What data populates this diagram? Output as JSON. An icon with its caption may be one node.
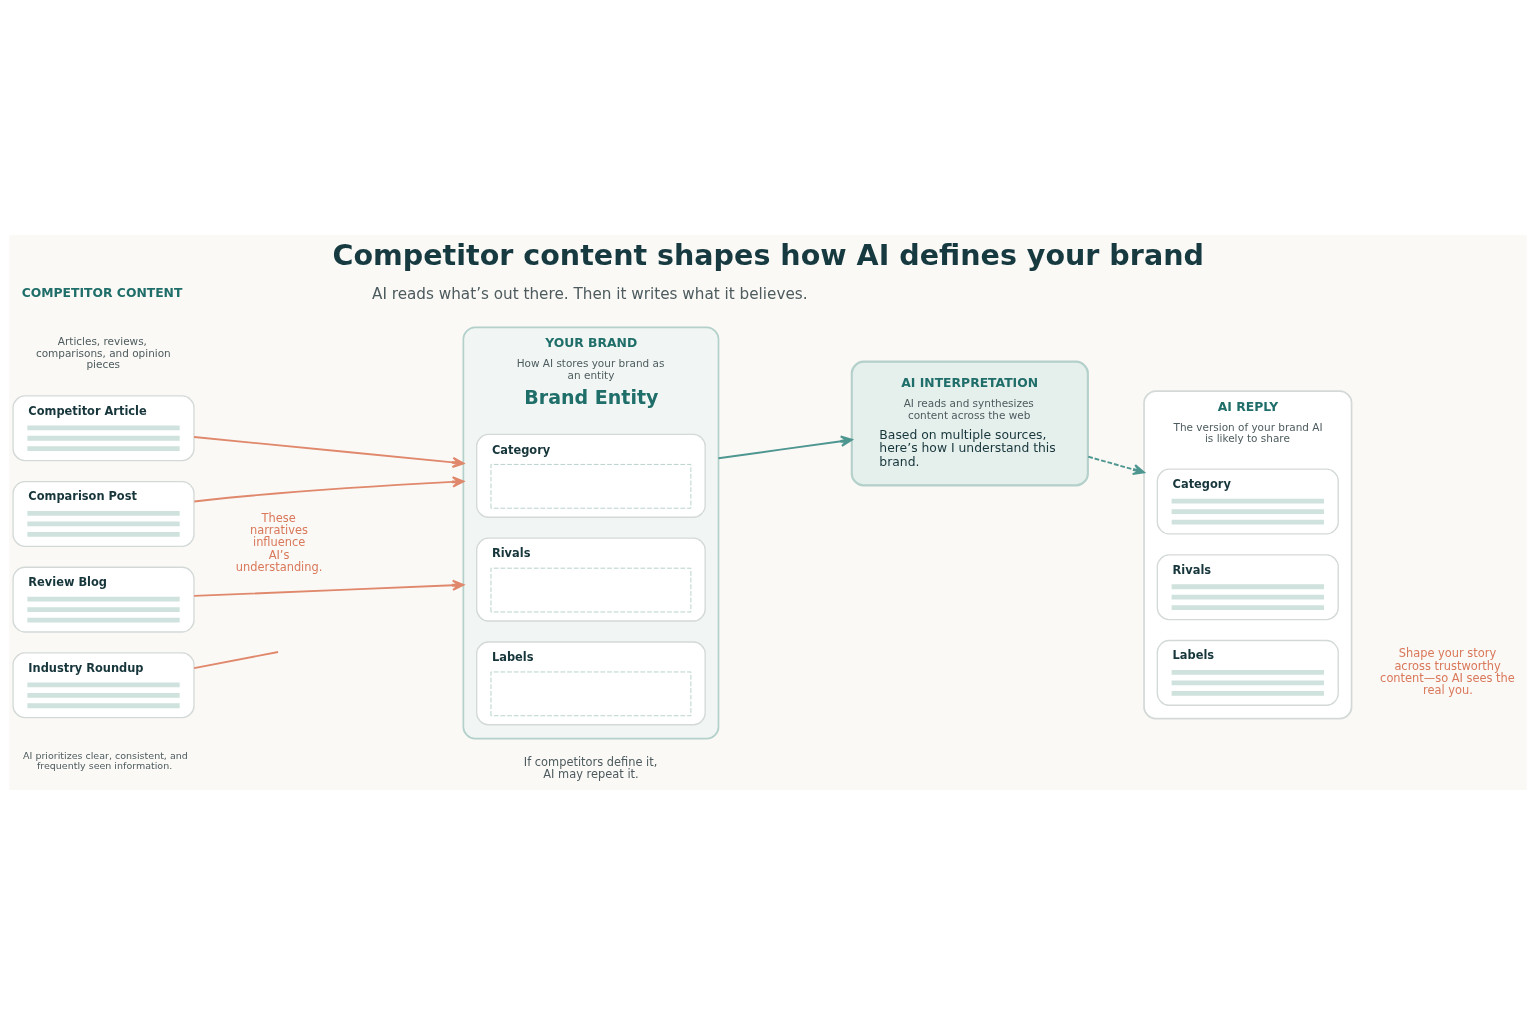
{
  "diagram": {
    "title": "Competitor content shapes how AI defines your brand",
    "nodes": [
      {
        "text": [
          "Competitor Article"
        ]
      },
      {
        "text": [
          "Comparison Post"
        ]
      },
      {
        "text": [
          "Review Blog"
        ]
      },
      {
        "text": [
          "Industry Roundup"
        ]
      },
      {
        "text": [
          "YOUR BRAND",
          "How AI stores your brand as an entity",
          "Brand Entity"
        ]
      },
      {
        "text": [
          "Category"
        ],
        "in": 4
      },
      {
        "text": [
          "Rivals"
        ],
        "in": 4
      },
      {
        "text": [
          "Labels"
        ],
        "in": 4
      },
      {
        "text": [
          "AI INTERPRETATION",
          "AI reads and synthesizes content across the web",
          "Based on multiple sources, here’s how I understand this brand."
        ]
      },
      {
        "text": [
          "AI REPLY",
          "The version of your brand AI is likely to share"
        ]
      },
      {
        "text": [
          "Category"
        ],
        "in": 9
      },
      {
        "text": [
          "Rivals"
        ],
        "in": 9
      },
      {
        "text": [
          "Labels"
        ],
        "in": 9
      }
    ],
    "edges": [
      {
        "from": 0,
        "to": 4,
        "arrow": "to"
      },
      {
        "from": 1,
        "to": 4,
        "arrow": "to"
      },
      {
        "from": 2,
        "to": 4,
        "arrow": "to"
      },
      {
        "from": 3,
        "to": null,
        "arrow": "none"
      },
      {
        "from": 4,
        "to": 8,
        "arrow": "to",
        "color": "#4e9690"
      },
      {
        "from": 8,
        "to": 9,
        "arrow": "to",
        "style": "dashed",
        "color": "#4e9690"
      }
    ],
    "labels": [
      "AI reads what’s out there. Then it writes what it believes.",
      "COMPETITOR CONTENT",
      "Articles, reviews, comparisons, and opinion pieces",
      "These narratives influence AI’s understanding.",
      "AI prioritizes clear, consistent, and frequently seen information.",
      "If competitors define it, AI may repeat it.",
      "Shape your story across trustworthy content—so AI sees the real you."
    ]
  }
}
